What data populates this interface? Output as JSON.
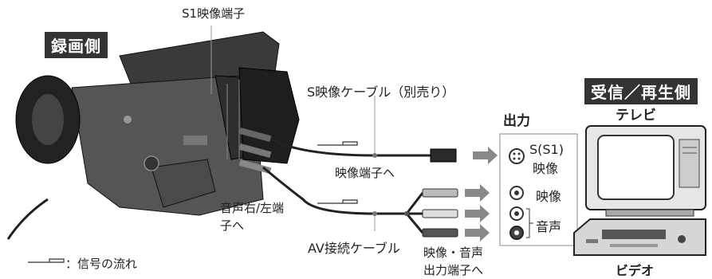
{
  "labels": {
    "s1_terminal": "S1映像端子",
    "recording_side": "録画側",
    "receiving_side": "受信／再生側",
    "s_video_cable": "S映像ケーブル（別売り）",
    "to_video_terminal": "映像端子へ",
    "audio_rl_terminal_line1": "音声右/左端",
    "audio_rl_terminal_line2": "子へ",
    "av_cable": "AV接続ケーブル",
    "av_output_line1": "映像・音声",
    "av_output_line2": "出力端子へ",
    "output": "出力",
    "tv": "テレビ",
    "video_deck": "ビデオ",
    "port_s1_line1": "S(S1)",
    "port_s1_line2": "映像",
    "port_video": "映像",
    "port_audio": "音声",
    "legend": "：信号の流れ"
  }
}
